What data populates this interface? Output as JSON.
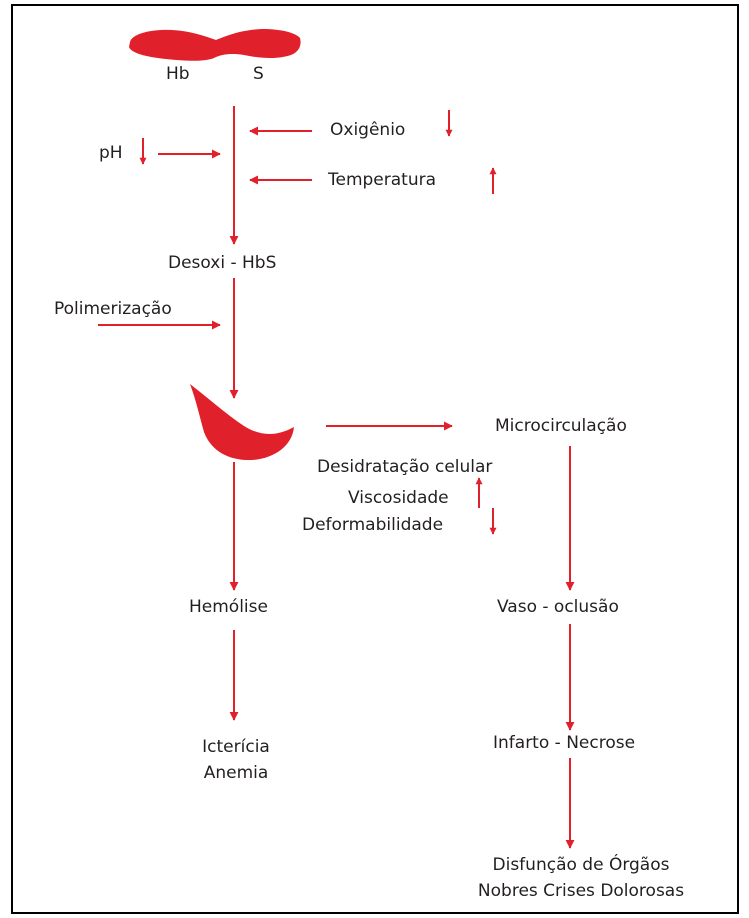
{
  "colors": {
    "accent": "#e0202a",
    "text": "#231f20",
    "frame": "#000000",
    "background": "#ffffff"
  },
  "hbs": {
    "hb_label": "Hb",
    "s_label": "S"
  },
  "factors": {
    "oxygen": "Oxigênio",
    "ph": "pH",
    "temperature": "Temperatura"
  },
  "nodes": {
    "desoxi": "Desoxi - HbS",
    "polymerization": "Polimerização",
    "microcirculation": "Microcirculação",
    "hemolysis": "Hemólise",
    "vaso_occlusion": "Vaso - oclusão",
    "jaundice": "Icterícia",
    "anemia": "Anemia",
    "infarct": "Infarto - Necrose",
    "organ_dysfunction": "Disfunção de Órgãos",
    "crises": "Nobres Crises Dolorosas"
  },
  "cell_changes": {
    "dehydration": "Desidratação celular",
    "viscosity": "Viscosidade",
    "deformability": "Deformabilidade"
  },
  "indicators": {
    "oxygen": "decrease",
    "ph": "decrease",
    "temperature": "increase",
    "viscosity": "increase",
    "deformability": "decrease"
  }
}
